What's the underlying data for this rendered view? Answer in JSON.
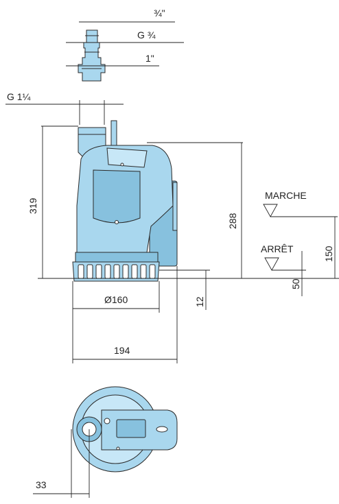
{
  "labels": {
    "fitting_top": "¾\"",
    "fitting_mid": "G ¾",
    "fitting_bottom": "1\"",
    "outlet_thread": "G 1¼",
    "total_height": "319",
    "handle_height": "288",
    "switch_on": "MARCHE",
    "switch_off": "ARRÊT",
    "switch_on_level": "150",
    "switch_off_level": "50",
    "base_clearance": "12",
    "base_diameter": "Ø160",
    "overall_width": "194",
    "outlet_offset": "33"
  },
  "colors": {
    "pump_body": "#a9d7ee",
    "pump_shadow": "#87c1de",
    "pump_highlight": "#c7e7f7",
    "line": "#222222"
  }
}
